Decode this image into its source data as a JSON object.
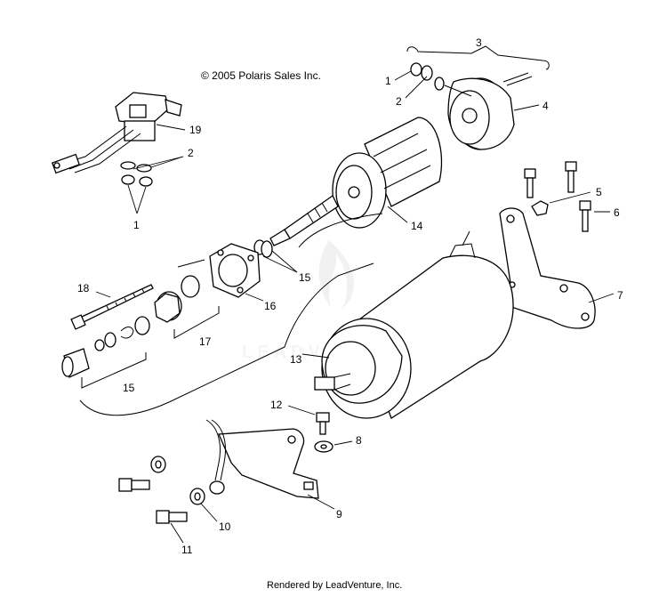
{
  "diagram": {
    "copyright": "© 2005 Polaris Sales Inc.",
    "footer": "Rendered by LeadVenture, Inc.",
    "watermark": "LEADVENTURE",
    "callouts": {
      "c1_top": "1",
      "c2_top": "2",
      "c3": "3",
      "c4": "4",
      "c2_left": "2",
      "c1_left": "1",
      "c19": "19",
      "c5": "5",
      "c6": "6",
      "c14": "14",
      "c15_mid": "15",
      "c7": "7",
      "c18": "18",
      "c16": "16",
      "c17": "17",
      "c13": "13",
      "c15_low": "15",
      "c12": "12",
      "c8": "8",
      "c9": "9",
      "c10": "10",
      "c11": "11"
    }
  }
}
